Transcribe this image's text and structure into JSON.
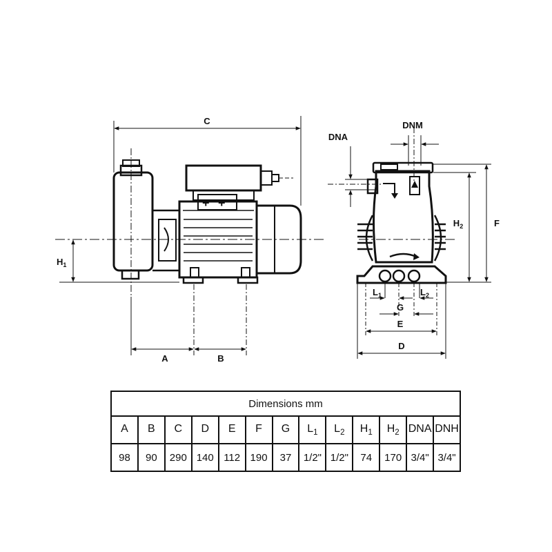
{
  "drawing": {
    "labels": {
      "c": "C",
      "a": "A",
      "b": "B",
      "h1": "H",
      "h1_sub": "1",
      "dna": "DNA",
      "dnm": "DNM",
      "h2": "H",
      "h2_sub": "2",
      "f": "F",
      "l1": "L",
      "l1_sub": "1",
      "l2": "L",
      "l2_sub": "2",
      "g": "G",
      "e": "E",
      "d": "D"
    }
  },
  "table": {
    "caption": "Dimensions mm",
    "columns": [
      {
        "label": "A",
        "sub": ""
      },
      {
        "label": "B",
        "sub": ""
      },
      {
        "label": "C",
        "sub": ""
      },
      {
        "label": "D",
        "sub": ""
      },
      {
        "label": "E",
        "sub": ""
      },
      {
        "label": "F",
        "sub": ""
      },
      {
        "label": "G",
        "sub": ""
      },
      {
        "label": "L",
        "sub": "1"
      },
      {
        "label": "L",
        "sub": "2"
      },
      {
        "label": "H",
        "sub": "1"
      },
      {
        "label": "H",
        "sub": "2"
      },
      {
        "label": "DNA",
        "sub": ""
      },
      {
        "label": "DNH",
        "sub": ""
      }
    ],
    "values": [
      "98",
      "90",
      "290",
      "140",
      "112",
      "190",
      "37",
      "1/2\"",
      "1/2\"",
      "74",
      "170",
      "3/4\"",
      "3/4\""
    ]
  }
}
